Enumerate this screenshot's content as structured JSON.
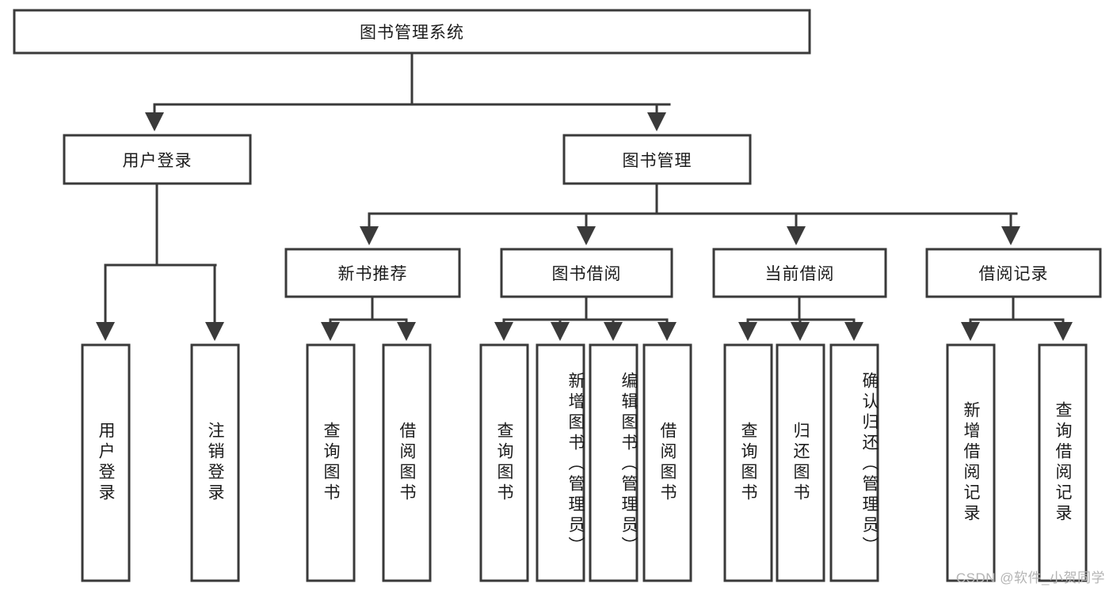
{
  "diagram": {
    "title": "图书管理系统",
    "type": "tree",
    "colors": {
      "stroke": "#3a3a3a",
      "fill": "#ffffff",
      "text": "#1b1b1b",
      "watermark": "#b4b4b4",
      "background": "#ffffff"
    },
    "root": {
      "label": "图书管理系统",
      "orientation": "horizontal"
    },
    "level2": [
      {
        "label": "用户登录",
        "orientation": "horizontal"
      },
      {
        "label": "图书管理",
        "orientation": "horizontal"
      }
    ],
    "level3": [
      {
        "label": "新书推荐",
        "orientation": "horizontal"
      },
      {
        "label": "图书借阅",
        "orientation": "horizontal"
      },
      {
        "label": "当前借阅",
        "orientation": "horizontal"
      },
      {
        "label": "借阅记录",
        "orientation": "horizontal"
      }
    ],
    "leaves": {
      "user_login": [
        {
          "label": "用户登录",
          "orientation": "vertical"
        },
        {
          "label": "注销登录",
          "orientation": "vertical"
        }
      ],
      "new_book_recommend": [
        {
          "label": "查询图书",
          "orientation": "vertical"
        },
        {
          "label": "借阅图书",
          "orientation": "vertical"
        }
      ],
      "book_borrow": [
        {
          "label": "查询图书",
          "orientation": "vertical"
        },
        {
          "label": "新增图书（管理员）",
          "orientation": "vertical"
        },
        {
          "label": "编辑图书（管理员）",
          "orientation": "vertical"
        },
        {
          "label": "借阅图书",
          "orientation": "vertical"
        }
      ],
      "current_borrow": [
        {
          "label": "查询图书",
          "orientation": "vertical"
        },
        {
          "label": "归还图书",
          "orientation": "vertical"
        },
        {
          "label": "确认归还（管理员）",
          "orientation": "vertical"
        }
      ],
      "borrow_record": [
        {
          "label": "新增借阅记录",
          "orientation": "vertical"
        },
        {
          "label": "查询借阅记录",
          "orientation": "vertical"
        }
      ]
    }
  },
  "watermark": {
    "text": "CSDN @软件_小贺同学"
  }
}
